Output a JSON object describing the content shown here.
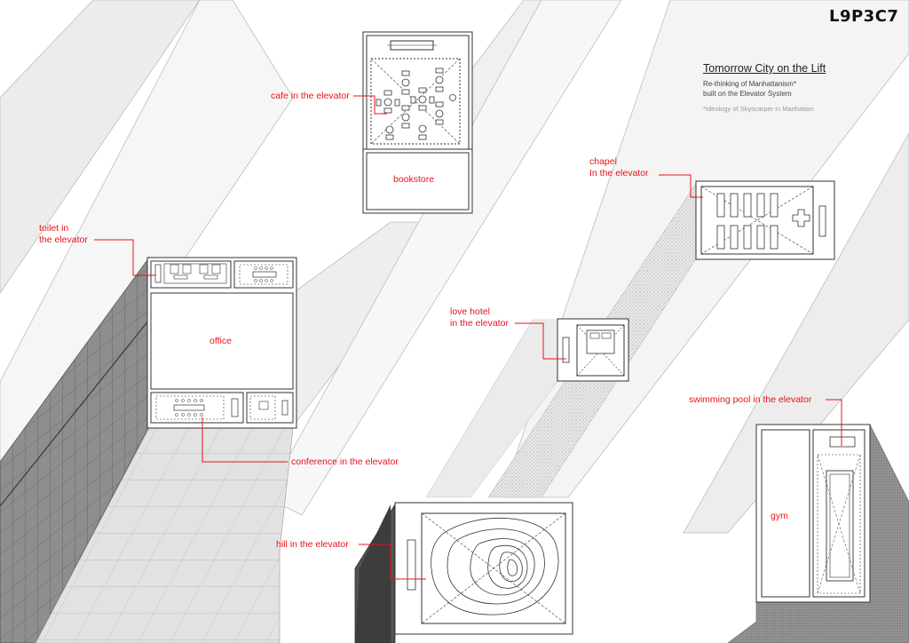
{
  "sheet_id": "L9P3C7",
  "title": "Tomorrow City on the Lift",
  "subtitle_line1": "Re-thinking of  Manhattanism*",
  "subtitle_line2": "built on the Elevator System",
  "footnote": "*Ideology of Skyscarper in Manhattan",
  "labels": {
    "cafe": "cafe in the elevator",
    "bookstore": "bookstore",
    "chapel": "chapel\nIn the elevator",
    "toilet": "toilet in\nthe elevator",
    "office": "office",
    "love_hotel": "love hotel\nin the elevator",
    "conference": "conference in the elevator",
    "swimming_pool": "swimming pool in the elevator",
    "gym": "gym",
    "hill": "hill in the elevator"
  },
  "colors": {
    "annotation": "#e8131b",
    "line": "#3a3a3a",
    "shaft_light": "#ececec",
    "shaft_mid": "#d6d6d6",
    "shaft_dark": "#5a5a5a"
  }
}
